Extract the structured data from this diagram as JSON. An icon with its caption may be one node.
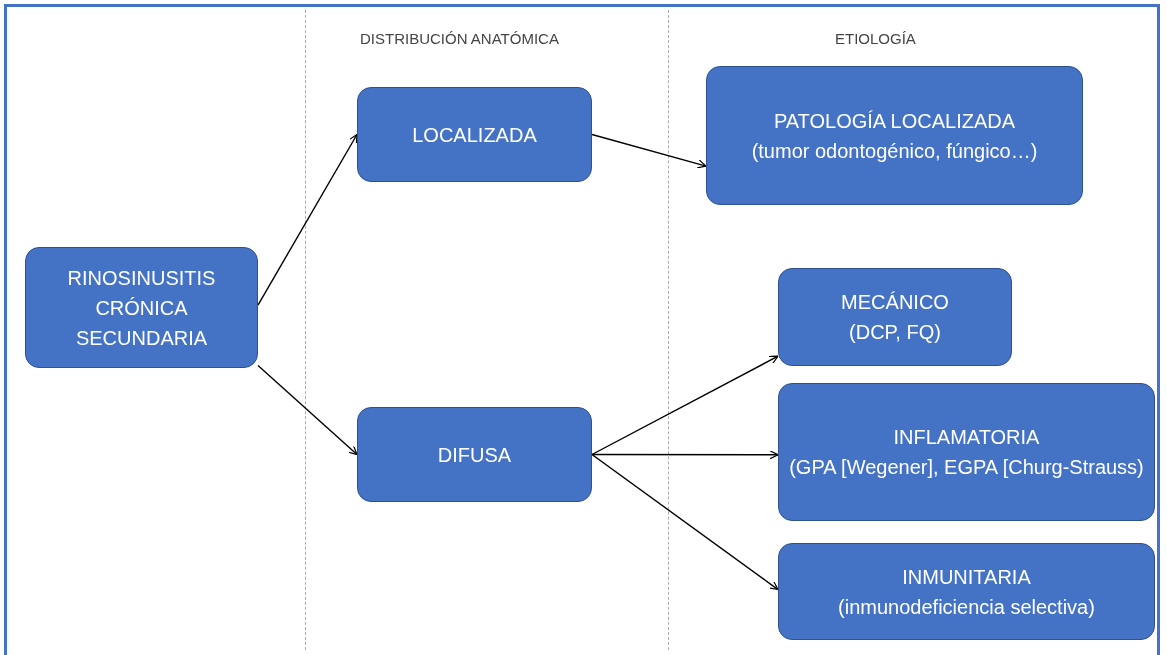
{
  "diagram": {
    "nodes": [
      {
        "text": [
          "RINOSINUSITIS CRÓNICA SECUNDARIA"
        ]
      },
      {
        "text": [
          "LOCALIZADA"
        ]
      },
      {
        "text": [
          "DIFUSA"
        ]
      },
      {
        "text": [
          "PATOLOGÍA LOCALIZADA",
          "(tumor odontogénico, fúngico…)"
        ]
      },
      {
        "text": [
          "MECÁNICO",
          "(DCP, FQ)"
        ]
      },
      {
        "text": [
          "INFLAMATORIA",
          "(GPA [Wegener], EGPA [Churg-Strauss)"
        ]
      },
      {
        "text": [
          "INMUNITARIA",
          "(inmunodeficiencia selectiva)"
        ]
      }
    ],
    "edges": [
      {
        "from": 0,
        "to": 1,
        "arrow": "to"
      },
      {
        "from": 0,
        "to": 2,
        "arrow": "to"
      },
      {
        "from": 1,
        "to": 3,
        "arrow": "to"
      },
      {
        "from": 2,
        "to": 4,
        "arrow": "to"
      },
      {
        "from": 2,
        "to": 5,
        "arrow": "to"
      },
      {
        "from": 2,
        "to": 6,
        "arrow": "to"
      }
    ],
    "labels": [
      "DISTRIBUCIÓN ANATÓMICA",
      "ETIOLOGÍA"
    ]
  }
}
